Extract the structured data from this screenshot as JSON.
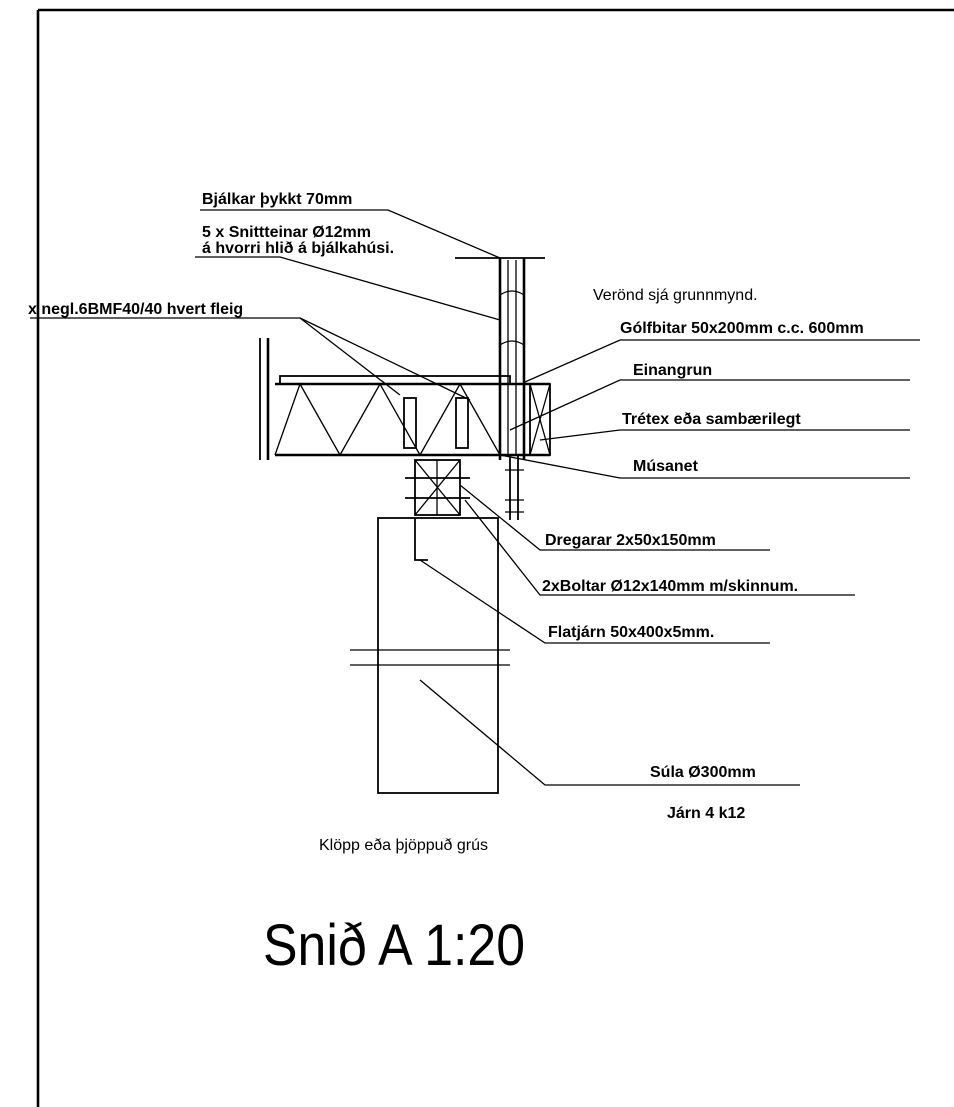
{
  "title": "Snið A 1:20",
  "labels": {
    "bjalkar": "Bjálkar þykkt 70mm",
    "snitteinar_1": "5 x Snittteinar Ø12mm",
    "snitteinar_2": "á hvorri hlið á bjálkahúsi.",
    "negl": "x negl.6BMF40/40 hvert fleig",
    "verond": "Verönd sjá grunnmynd.",
    "golfbitar": "Gólfbitar 50x200mm c.c. 600mm",
    "einangrun": "Einangrun",
    "tretex": "Trétex eða sambærilegt",
    "musanet": "Músanet",
    "dregarar": "Dregarar 2x50x150mm",
    "boltar": "2xBoltar Ø12x140mm m/skinnum.",
    "flatjarn": "Flatjárn 50x400x5mm.",
    "sula": "Súla Ø300mm",
    "jarn": "Járn 4 k12",
    "klopp": "Klöpp eða þjöppuð grús"
  }
}
